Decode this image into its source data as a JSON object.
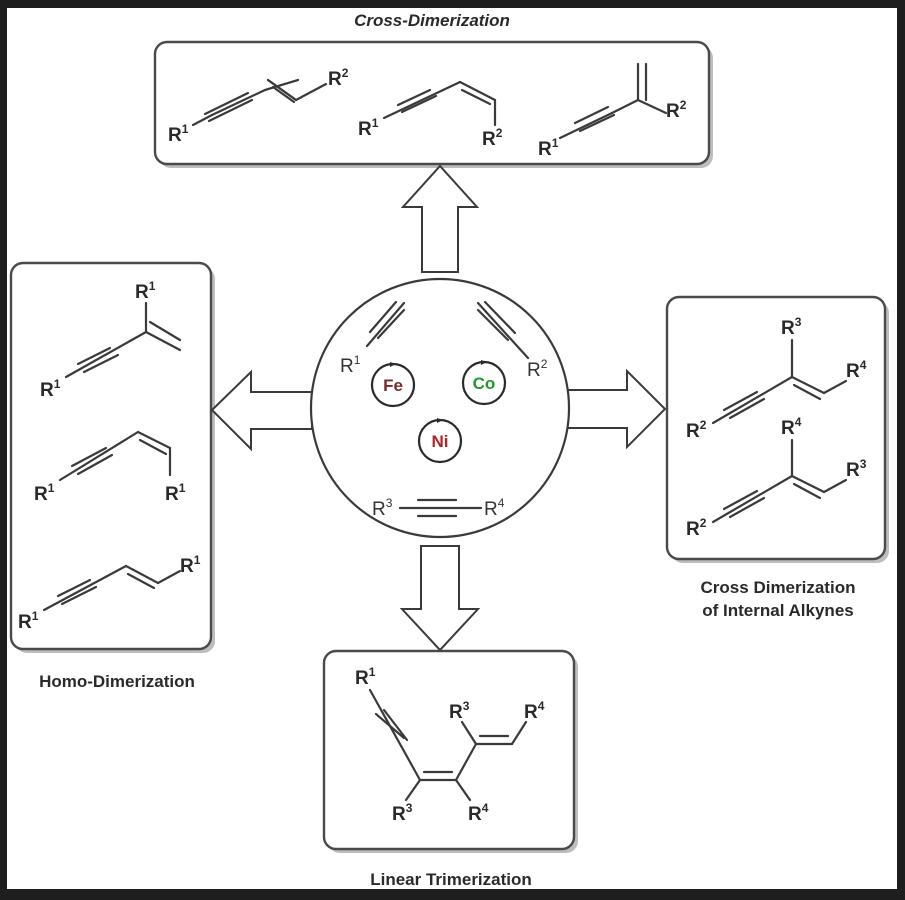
{
  "title": "Alkyne dimerization and trimerization catalyzed by Fe, Co, Ni",
  "captions": {
    "top": "Cross-Dimerization",
    "left": "Homo-Dimerization",
    "right_line1": "Cross Dimerization",
    "right_line2": "of Internal Alkynes",
    "bottom": "Linear Trimerization"
  },
  "center": {
    "metals": [
      {
        "symbol": "Fe",
        "color": "#7a2a2a"
      },
      {
        "symbol": "Co",
        "color": "#1f9a2a"
      },
      {
        "symbol": "Ni",
        "color": "#b0232a"
      }
    ],
    "substituents": {
      "alkyne1": {
        "base": "R",
        "sup": "1"
      },
      "alkyne2": {
        "base": "R",
        "sup": "2"
      },
      "internal_left": {
        "base": "R",
        "sup": "3"
      },
      "internal_right": {
        "base": "R",
        "sup": "4"
      }
    }
  },
  "labels": {
    "R": "R",
    "s1": "1",
    "s2": "2",
    "s3": "3",
    "s4": "4"
  },
  "products": {
    "cross_dimerization": [
      "E-1,3-enyne (R1, R2)",
      "Z-1,3-enyne (R1, R2)",
      "gem-1,3-enyne (R1, R2)"
    ],
    "homo_dimerization": [
      "gem-1,3-enyne (R1, R1)",
      "Z-1,3-enyne (R1, R1)",
      "E-1,3-enyne (R1, R1)"
    ],
    "internal_cross_dimerization": [
      "enyne (R2, R3, R4)",
      "enyne (R2, R4, R3)"
    ],
    "linear_trimerization": [
      "dienyne (R1, R3, R4, R3, R4)"
    ]
  },
  "colors": {
    "frame": "#1e1e1e",
    "line": "#3a3a3a"
  }
}
